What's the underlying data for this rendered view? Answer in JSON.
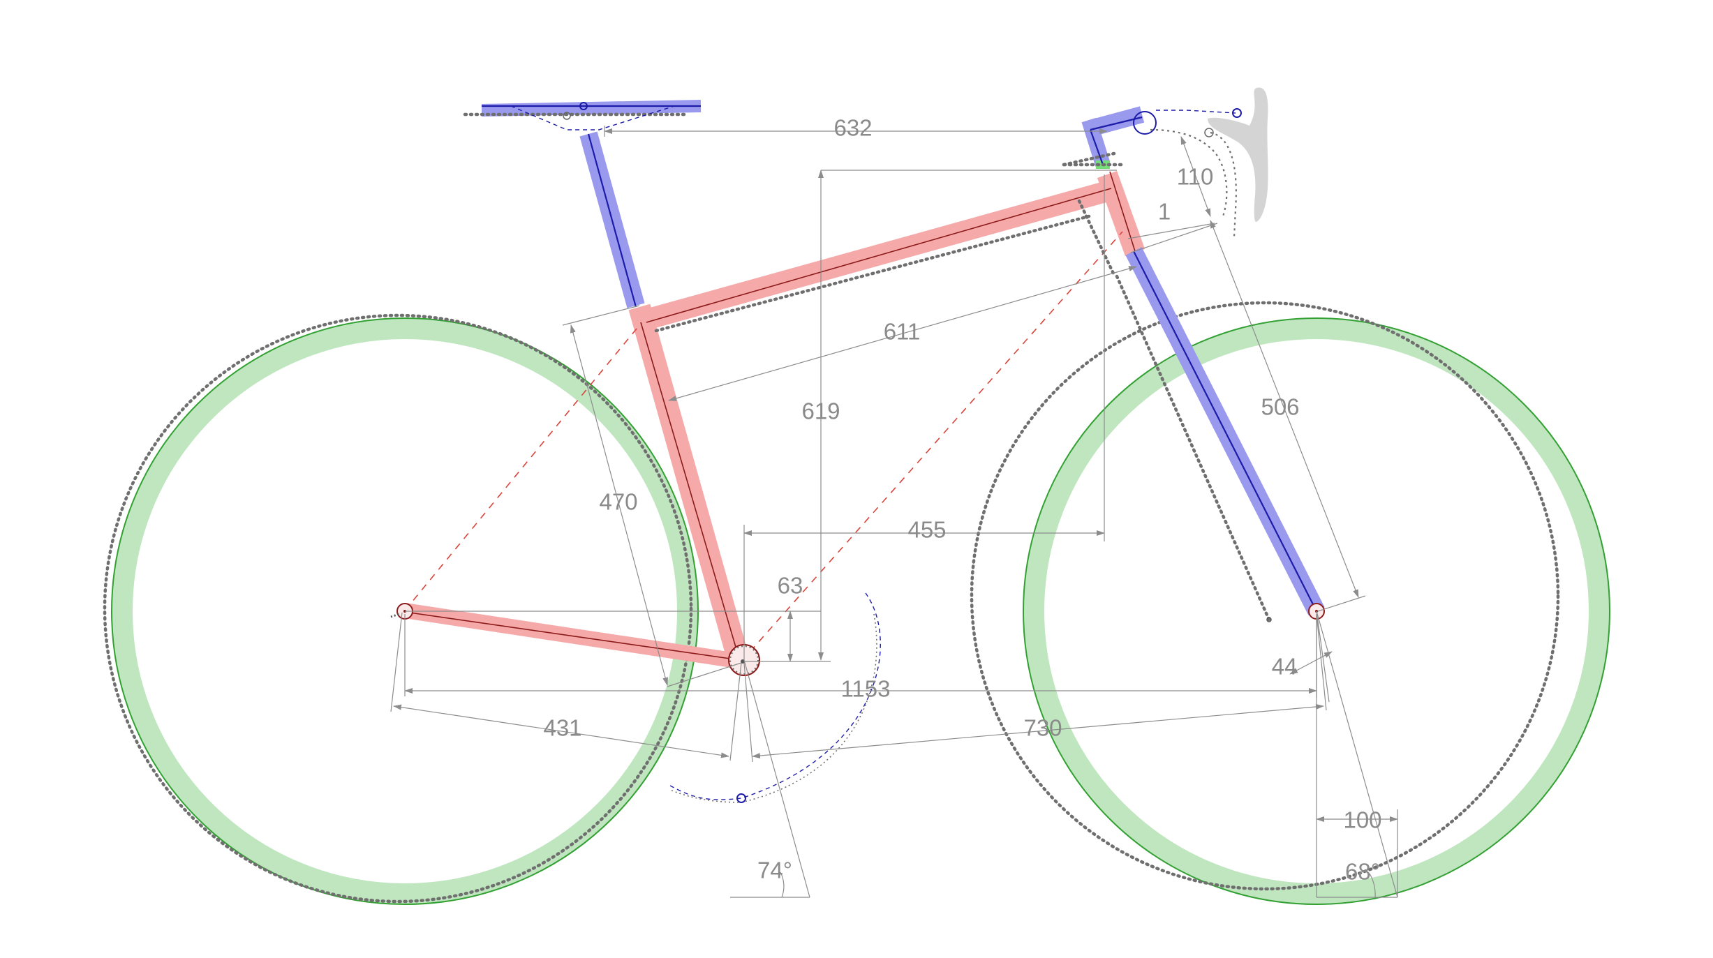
{
  "colors": {
    "frame_highlight": "#f6a9a9",
    "component_highlight": "#9999ee",
    "wheel_highlight": "#bfe6bf",
    "wheel_outline": "#33a033",
    "dimension_line": "#8c8c8c",
    "dimension_text": "#8a8a8a",
    "centerline_red": "#8b1a1a",
    "centerline_blue": "#1c1ca8",
    "construction_dashed": "#d9443a",
    "lever_gray": "#d4d4d4"
  },
  "dimensions": {
    "reach_to_bar": "632",
    "stem_height": "110",
    "stack_offset": "1",
    "top_tube": "611",
    "stack": "619",
    "fork_length": "506",
    "seat_tube": "470",
    "reach": "455",
    "bb_drop": "63",
    "fork_offset": "44",
    "wheelbase": "1153",
    "chainstay": "431",
    "front_center": "730",
    "trail": "100",
    "seat_angle": "74°",
    "head_angle": "68°"
  }
}
